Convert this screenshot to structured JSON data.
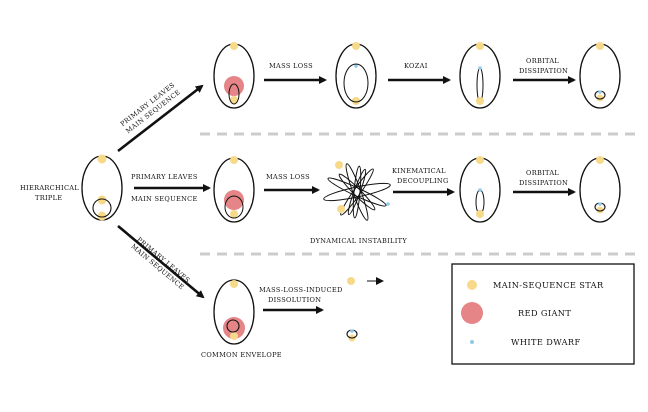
{
  "labels": {
    "hierarchical_1": "HIERARCHICAL",
    "hierarchical_2": "TRIPLE",
    "up_line1": "PRIMARY LEAVES",
    "up_line2": "MAIN SEQUENCE",
    "mid_line1": "PRIMARY LEAVES",
    "mid_line2": "MAIN SEQUENCE",
    "down_line1": "PRIMARY LEAVES",
    "down_line2": "MAIN SEQUENCE",
    "mass_loss_top": "MASS LOSS",
    "kozai": "KOZAI",
    "orbital_top_1": "ORBITAL",
    "orbital_top_2": "DISSIPATION",
    "mass_loss_mid": "MASS LOSS",
    "kinematical_1": "KINEMATICAL",
    "kinematical_2": "DECOUPLING",
    "orbital_mid_1": "ORBITAL",
    "orbital_mid_2": "DISSIPATION",
    "dynamical_instability": "DYNAMICAL INSTABILITY",
    "dissolution_1": "MASS-LOSS-INDUCED",
    "dissolution_2": "DISSOLUTION",
    "common_envelope": "COMMON ENVELOPE"
  },
  "legend": {
    "main_sequence": "MAIN-SEQUENCE STAR",
    "red_giant": "RED GIANT",
    "white_dwarf": "WHITE DWARF"
  },
  "colors": {
    "main_sequence": "#f7d98a",
    "red_giant": "#e58588",
    "white_dwarf": "#8fcbe8",
    "ink": "#111111",
    "separator": "#cccccc"
  }
}
